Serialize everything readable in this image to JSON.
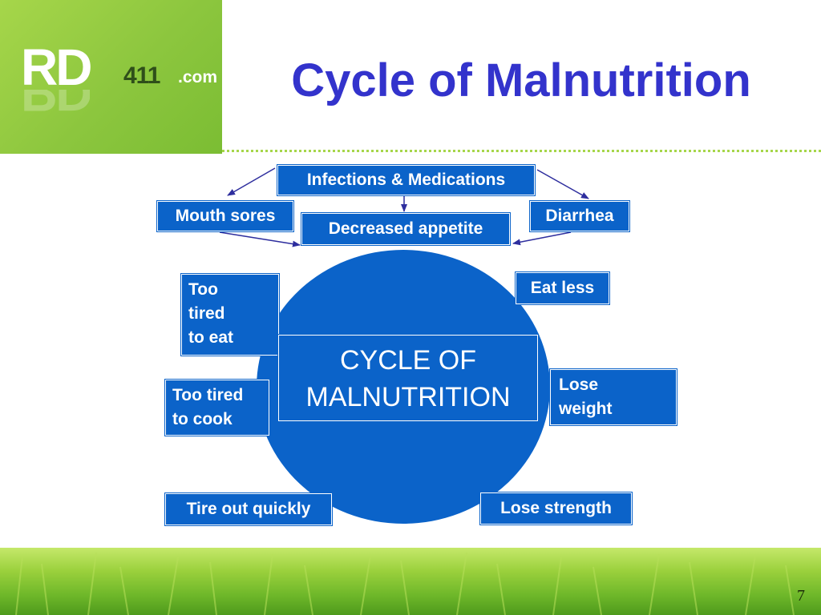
{
  "logo": {
    "main": "RD",
    "number": "411",
    ".com": ".com"
  },
  "title": "Cycle of Malnutrition",
  "diagram": {
    "top": "Infections & Medications",
    "mouth_sores": "Mouth sores",
    "decreased_appetite": "Decreased appetite",
    "diarrhea": "Diarrhea",
    "eat_less": "Eat less",
    "too_tired_to_eat": [
      "Too",
      "tired",
      "to eat"
    ],
    "too_tired_to_cook": [
      "Too tired",
      "to cook"
    ],
    "lose_weight": [
      "Lose",
      "weight"
    ],
    "tire_out_quickly": "Tire out quickly",
    "lose_strength": "Lose strength",
    "center": [
      "CYCLE OF",
      "MALNUTRITION"
    ]
  },
  "slide_number": "7",
  "colors": {
    "title": "#3333cc",
    "box": "#0b63c9",
    "logo_green": "#8cc63e",
    "arrow": "#2e2e9e"
  }
}
